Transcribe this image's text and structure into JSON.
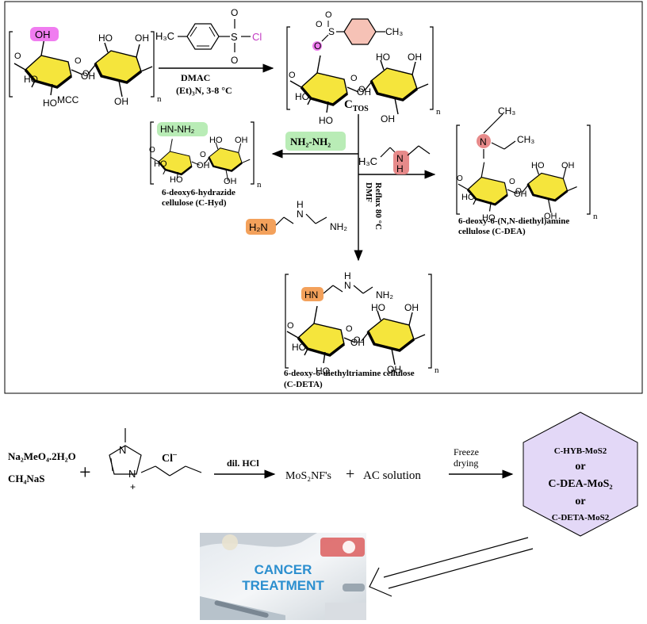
{
  "top_scheme": {
    "mcc": {
      "oh_label": "OH",
      "ring_labels": [
        "HO",
        "HO",
        "OH",
        "HO",
        "OH",
        "O",
        "O",
        "O",
        "OH"
      ],
      "caption": "MCC",
      "repeat_n": "n"
    },
    "tosyl_chloride": {
      "ch3": "H₃C",
      "s": "S",
      "o_top": "O",
      "o_bottom": "O",
      "cl": "Cl"
    },
    "step1_conditions": {
      "solvent": "DMAC",
      "base": "(Et)₃N, 3-8 °C"
    },
    "ctos": {
      "o_label": "O",
      "s": "S",
      "o1": "O",
      "o2": "O",
      "ch3": "CH₃",
      "ring_labels": [
        "HO",
        "HO",
        "OH",
        "HO",
        "OH",
        "O",
        "O",
        "O",
        "OH"
      ],
      "caption": "C",
      "caption_sub": "TOS",
      "repeat_n": "n"
    },
    "hydrazine_reagent": "NH₂-NH₂",
    "chyd": {
      "group": "HN-NH₂",
      "ring_labels": [
        "HO",
        "HO",
        "OH",
        "HO",
        "OH",
        "O",
        "O",
        "OH"
      ],
      "caption_line1": "6-deoxy6-hydrazide",
      "caption_line2": "cellulose (C-Hyd)",
      "repeat_n": "n"
    },
    "diethylamine_reagent": {
      "h3c": "H₃C",
      "n": "N",
      "h": "H"
    },
    "dmf_conditions": {
      "solvent": "DMF",
      "temp": "Reflux 80 °C"
    },
    "dien_reagent": {
      "h2n": "H₂N",
      "nh": "N",
      "h": "H",
      "nh2": "NH₂"
    },
    "cdea": {
      "n": "N",
      "ch3_top": "CH₃",
      "ch3_right": "CH₃",
      "ring_labels": [
        "HO",
        "HO",
        "OH",
        "HO",
        "OH",
        "O",
        "O",
        "O",
        "OH"
      ],
      "caption_line1": "6-deoxy-6-(N,N-diethyl)amine",
      "caption_line2": "cellulose (C-DEA)",
      "repeat_n": "n"
    },
    "cdeta": {
      "hn": "HN",
      "nh_mid": "N",
      "h_mid": "H",
      "nh2": "NH₂",
      "ring_labels": [
        "HO",
        "HO",
        "OH",
        "HO",
        "OH",
        "O",
        "O",
        "O",
        "OH"
      ],
      "caption_line1": "6-deoxy-6-diethyltriamine cellulose",
      "caption_line2": "(C-DETA)",
      "repeat_n": "n"
    }
  },
  "bottom_scheme": {
    "reagent1": "Na₂MeO₄.2H₂O",
    "reagent2": "CH₄NaS",
    "plus1": "+",
    "imidazolium": {
      "n1": "N",
      "n2": "N",
      "charge": "+",
      "cl": "Cl",
      "cl_charge": "–"
    },
    "step_acid": "dil. HCl",
    "mos2_nfs": "MoS₂NF's",
    "plus2": "+",
    "ac_solution": "AC solution",
    "freeze_line1": "Freeze",
    "freeze_line2": "drying",
    "hexagon": {
      "line1": "C-HYB-MoS2",
      "or1": "or",
      "line2": "C-DEA-MoS₂",
      "or2": "or",
      "line3": "C-DETA-MoS2"
    },
    "cancer_line1": "CANCER",
    "cancer_line2": "TREATMENT"
  },
  "colors": {
    "ring_fill": "#f5e53c",
    "oh_highlight": "#f07cf0",
    "tosyl_ring": "#f6c2b6",
    "hydrazine_highlight": "#b9ecb6",
    "nh_highlight": "#e78a8a",
    "orange_highlight": "#f3a15b",
    "hexagon_fill": "#e3d8f7",
    "cancer_text": "#2c8fcf"
  }
}
